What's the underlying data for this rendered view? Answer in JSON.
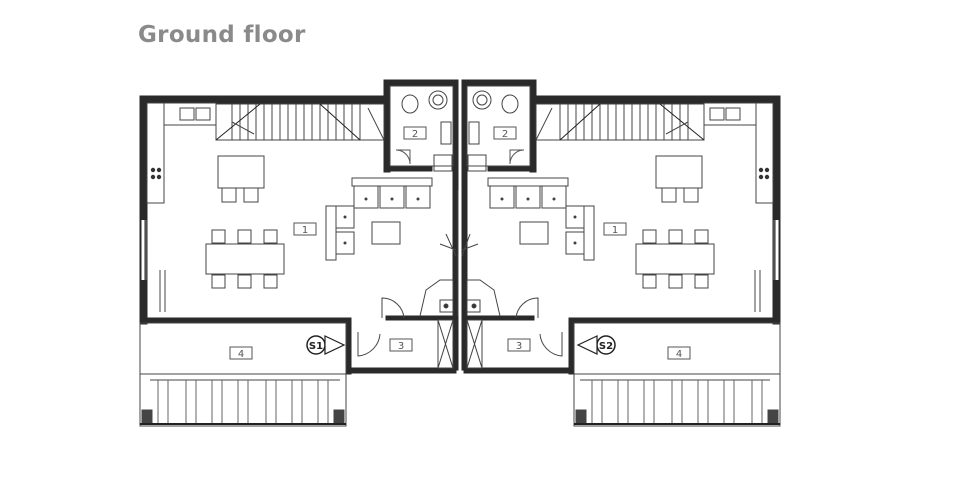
{
  "title": "Ground floor",
  "rooms": [
    {
      "id": "left-living",
      "label": "1"
    },
    {
      "id": "left-wc",
      "label": "2"
    },
    {
      "id": "left-entry",
      "label": "3"
    },
    {
      "id": "left-terrace",
      "label": "4"
    },
    {
      "id": "right-living",
      "label": "1"
    },
    {
      "id": "right-wc",
      "label": "2"
    },
    {
      "id": "right-entry",
      "label": "3"
    },
    {
      "id": "right-terrace",
      "label": "4"
    }
  ],
  "entrances": [
    {
      "id": "entrance-1",
      "label": "S1"
    },
    {
      "id": "entrance-2",
      "label": "S2"
    }
  ],
  "colors": {
    "wall": "#2a2a2a",
    "line": "#444444",
    "title": "#8a8a8a"
  }
}
